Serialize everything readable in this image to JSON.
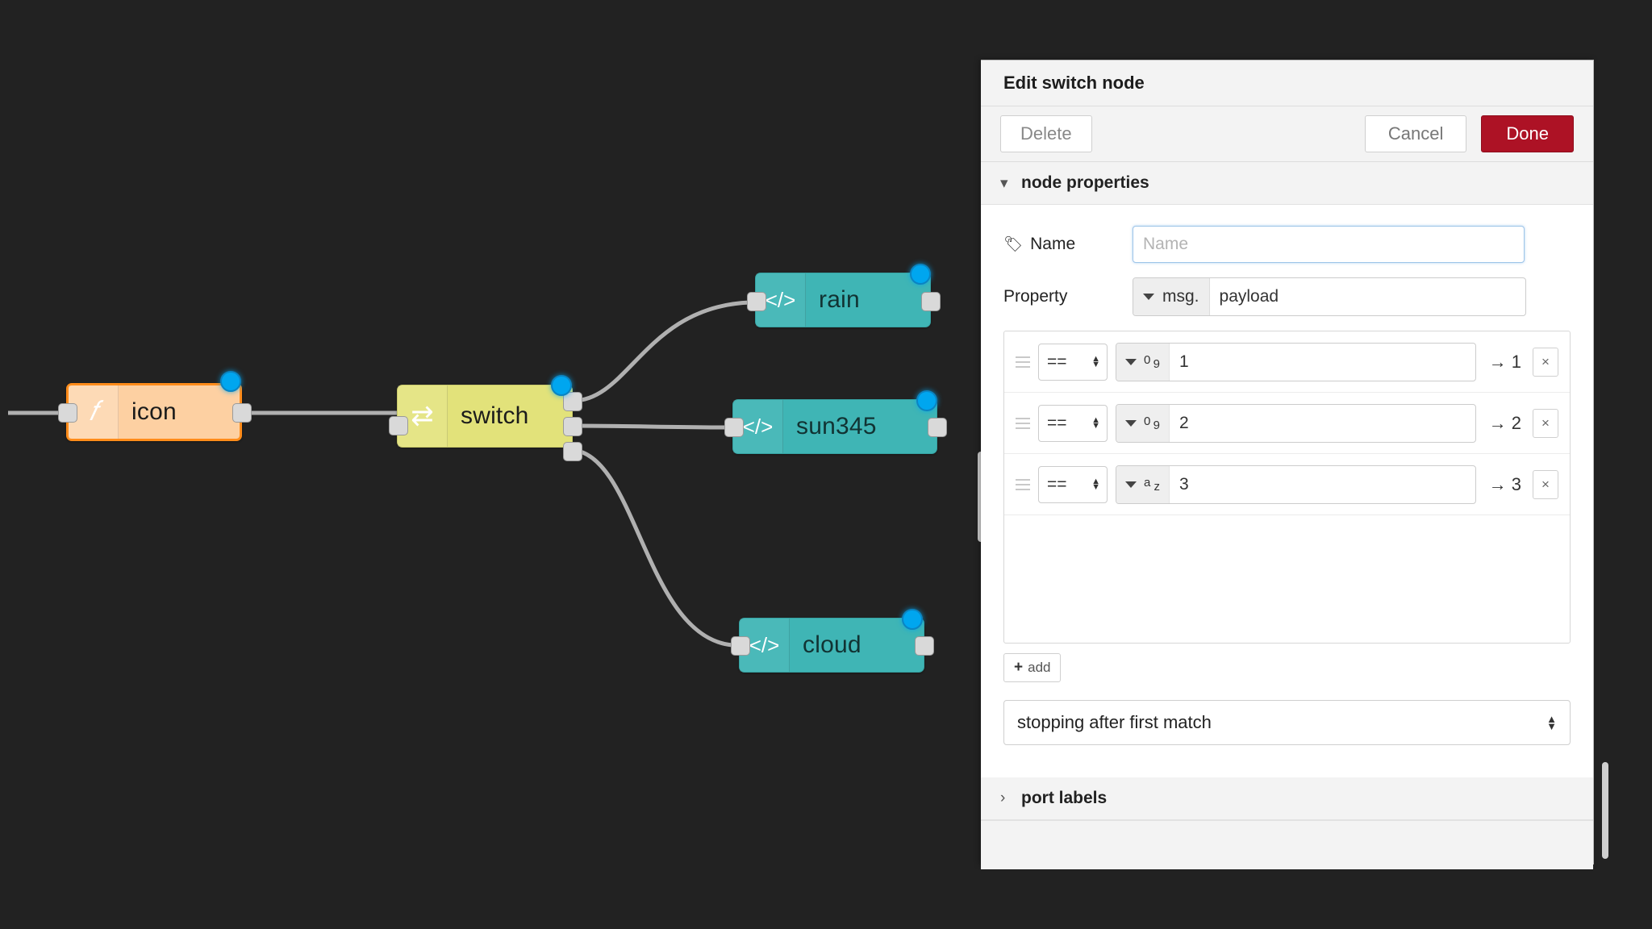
{
  "canvas": {
    "background_color": "#222222",
    "nodes": [
      {
        "id": "icon",
        "label": "icon",
        "type": "function",
        "icon": "function-f-icon",
        "color": "#fdd0a2",
        "selected": true,
        "status_dot": "#00a6ef",
        "inputs": 1,
        "outputs": 1
      },
      {
        "id": "switch",
        "label": "switch",
        "type": "switch",
        "icon": "switch-branch-icon",
        "color": "#e2e27a",
        "selected": true,
        "status_dot": "#00a6ef",
        "inputs": 1,
        "outputs": 3
      },
      {
        "id": "rain",
        "label": "rain",
        "type": "template",
        "icon": "code-brackets-icon",
        "color": "#3fb5b5",
        "selected": true,
        "status_dot": "#00a6ef",
        "inputs": 1,
        "outputs": 1
      },
      {
        "id": "sun345",
        "label": "sun345",
        "type": "template",
        "icon": "code-brackets-icon",
        "color": "#3fb5b5",
        "selected": true,
        "status_dot": "#00a6ef",
        "inputs": 1,
        "outputs": 1
      },
      {
        "id": "cloud",
        "label": "cloud",
        "type": "template",
        "icon": "code-brackets-icon",
        "color": "#3fb5b5",
        "selected": true,
        "status_dot": "#00a6ef",
        "inputs": 1,
        "outputs": 1
      }
    ]
  },
  "panel": {
    "title": "Edit switch node",
    "buttons": {
      "delete": "Delete",
      "cancel": "Cancel",
      "done": "Done",
      "done_color": "#ad1225"
    },
    "sections": {
      "node_properties": {
        "label": "node properties",
        "chevron": "⌄",
        "expanded": true
      },
      "port_labels": {
        "label": "port labels",
        "chevron": "›",
        "expanded": false
      }
    },
    "form": {
      "name": {
        "label": "Name",
        "value": "",
        "placeholder": "Name",
        "icon": "tag-icon",
        "focused": true
      },
      "property": {
        "label": "Property",
        "prefix": "msg.",
        "value": "payload",
        "caret": "▾"
      }
    },
    "rules": [
      {
        "drag": "drag-handle-icon",
        "operator": "==",
        "type_icon": "number-type-icon",
        "type_glyph_top": "0",
        "type_glyph_bottom": "9",
        "value": "1",
        "output": "→ 1",
        "remove": "×"
      },
      {
        "drag": "drag-handle-icon",
        "operator": "==",
        "type_icon": "number-type-icon",
        "type_glyph_top": "0",
        "type_glyph_bottom": "9",
        "value": "2",
        "output": "→ 2",
        "remove": "×"
      },
      {
        "drag": "drag-handle-icon",
        "operator": "==",
        "type_icon": "string-type-icon",
        "type_glyph_top": "a",
        "type_glyph_bottom": "z",
        "value": "3",
        "output": "→ 3",
        "remove": "×"
      }
    ],
    "add_button": {
      "plus": "+",
      "label": "add"
    },
    "final_select": {
      "value": "stopping after first match",
      "spinner": "↕"
    }
  }
}
